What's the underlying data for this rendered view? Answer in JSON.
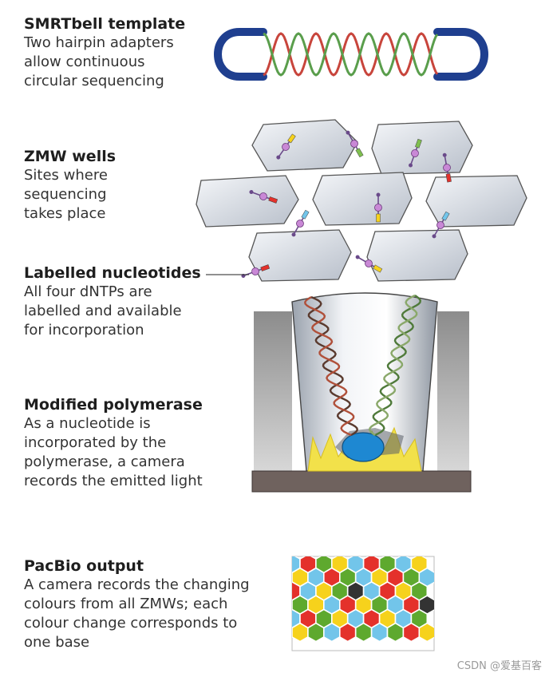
{
  "sections": [
    {
      "title": "SMRTbell template",
      "lines": [
        "Two hairpin adapters",
        "allow continuous",
        "circular sequencing"
      ]
    },
    {
      "title": "ZMW wells",
      "lines": [
        "Sites where",
        "sequencing",
        "takes place"
      ]
    },
    {
      "title": "Labelled nucleotides",
      "lines": [
        "All four dNTPs are",
        "labelled and available",
        "for incorporation"
      ]
    },
    {
      "title": "Modified polymerase",
      "lines": [
        "As a nucleotide is",
        "incorporated by the",
        "polymerase, a camera",
        "records the emitted light"
      ]
    },
    {
      "title": "PacBio output",
      "lines": [
        "A camera records the changing",
        "colours from all ZMWs; each",
        "colour change corresponds to",
        "one base"
      ]
    }
  ],
  "watermark": "CSDN @爱基百客",
  "colors": {
    "adapter": "#1f3f8f",
    "strand_red": "#c8453c",
    "strand_green": "#5a9e4c",
    "well_fill": "#dfe3ea",
    "polymerase": "#1e88d2",
    "glow": "#f2e14a",
    "hex_red": "#e4312b",
    "hex_green": "#5ea92e",
    "hex_yellow": "#f6d21c",
    "hex_blue": "#72c5ea",
    "hex_black": "#333333"
  }
}
